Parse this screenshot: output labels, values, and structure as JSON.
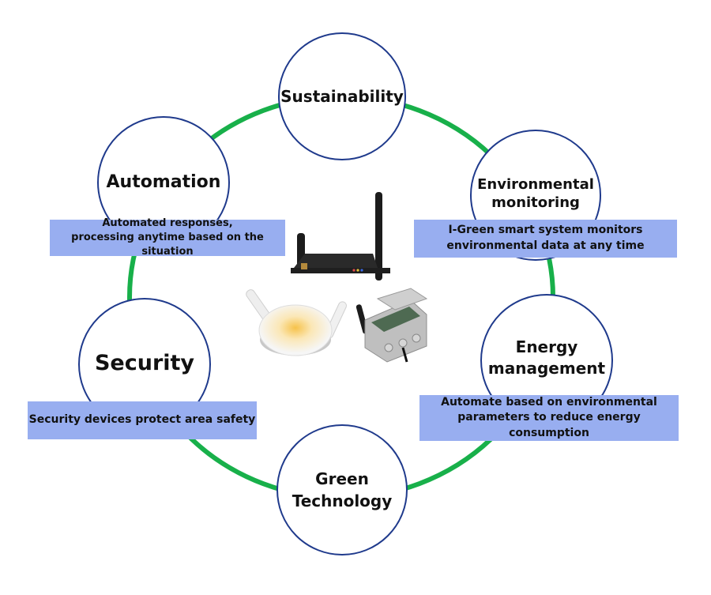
{
  "diagram": {
    "ring_color": "#18b04a",
    "node_border_color": "#1f3a8c",
    "description_bg": "#98aef0",
    "nodes": [
      {
        "id": "sustainability",
        "title_lines": [
          "Sustainability"
        ]
      },
      {
        "id": "automation",
        "title_lines": [
          "Automation"
        ],
        "description_lines": [
          "Automated responses,",
          "processing anytime based on the situation"
        ]
      },
      {
        "id": "environmental-monitoring",
        "title_lines": [
          "Environmental",
          "monitoring"
        ],
        "description_lines": [
          "I-Green smart system monitors",
          "environmental data at any time"
        ]
      },
      {
        "id": "security",
        "title_lines": [
          "Security"
        ],
        "description_lines": [
          "Security devices protect area safety"
        ]
      },
      {
        "id": "energy-management",
        "title_lines": [
          "Energy",
          "management"
        ],
        "description_lines": [
          "Automate based on environmental",
          "parameters to reduce energy consumption"
        ]
      },
      {
        "id": "green-technology",
        "title_lines": [
          "Green",
          "Technology"
        ]
      }
    ],
    "center_image": {
      "items": [
        "gateway-router",
        "ceiling-sensor",
        "junction-box-controller"
      ]
    }
  }
}
